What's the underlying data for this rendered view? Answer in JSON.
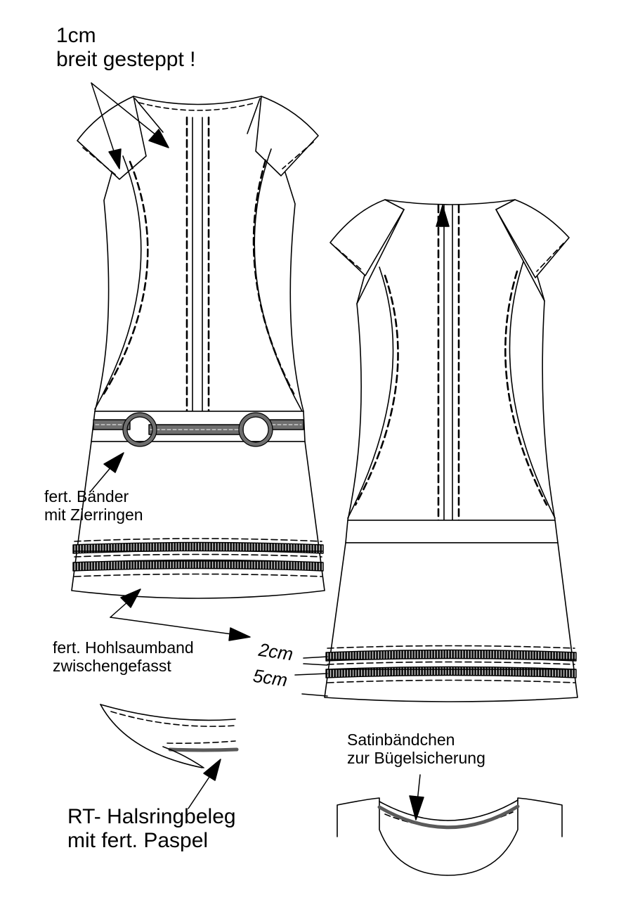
{
  "labels": {
    "stitched_line1": "1cm",
    "stitched_line2": "breit gesteppt !",
    "bands_line1": "fert. Bänder",
    "bands_line2": "mit Zierringen",
    "hohlsaum_line1": "fert. Hohlsaumband",
    "hohlsaum_line2": "zwischengefasst",
    "measure_2cm": "2cm",
    "measure_5cm": "5cm",
    "satin_line1": "Satinbändchen",
    "satin_line2": "zur Bügelsicherung",
    "facing_line1": "RT- Halsringbeleg",
    "facing_line2": "mit fert. Paspel"
  },
  "colors": {
    "line": "#000000",
    "belt_fill": "#6e6e6e",
    "piping": "#5a5a5a",
    "background": "#ffffff"
  }
}
